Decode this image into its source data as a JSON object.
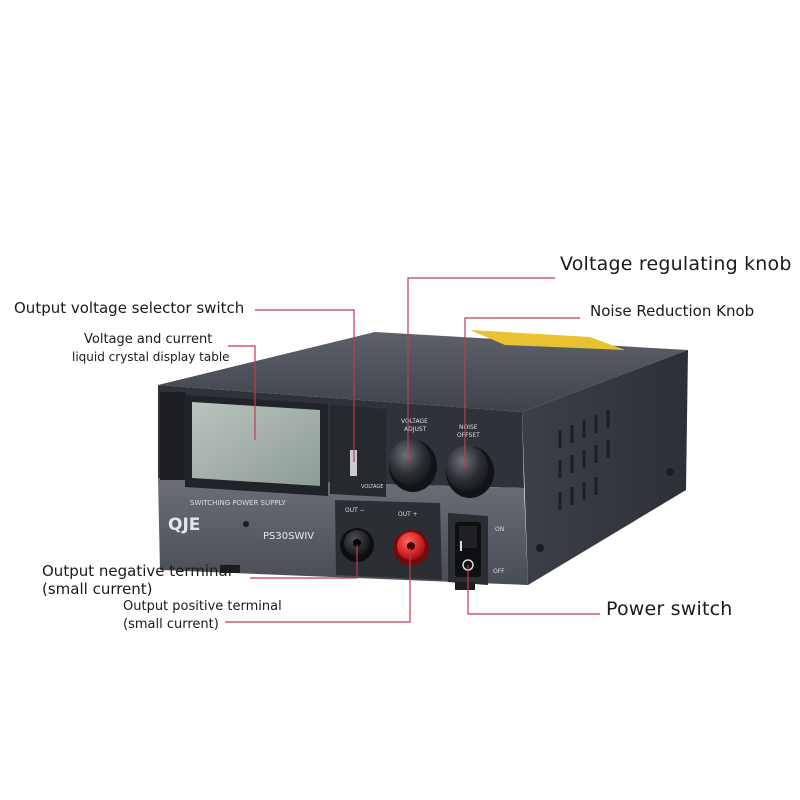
{
  "callouts": {
    "voltage_knob": "Voltage regulating knob",
    "noise_knob": "Noise Reduction Knob",
    "selector_switch": "Output voltage selector switch",
    "lcd_line1": "Voltage and current",
    "lcd_line2": "liquid crystal display table",
    "negative_line1": "Output negative terminal",
    "negative_line2": "(small current)",
    "positive_line1": "Output positive terminal",
    "positive_line2": "(small current)",
    "power_switch": "Power switch"
  },
  "device": {
    "brand": "QJE",
    "model": "PS30SWIV",
    "panel_title": "SWITCHING POWER SUPPLY",
    "voltage_knob_label_1": "VOLTAGE",
    "voltage_knob_label_2": "ADJUST",
    "noise_knob_label_1": "NOISE",
    "noise_knob_label_2": "OFFSET",
    "selector_label": "VOLTAGE",
    "out_negative": "OUT −",
    "out_positive": "OUT +",
    "switch_on": "ON",
    "switch_off": "OFF"
  },
  "colors": {
    "case_top": "#454a52",
    "case_side": "#3a3f47",
    "front_panel": "#2f3238",
    "lower_panel": "#5a5f67",
    "lcd": "#a7b3ad",
    "positive_terminal": "#d8262a",
    "callout_line": "#c43a52",
    "sticker": "#e8c230"
  }
}
